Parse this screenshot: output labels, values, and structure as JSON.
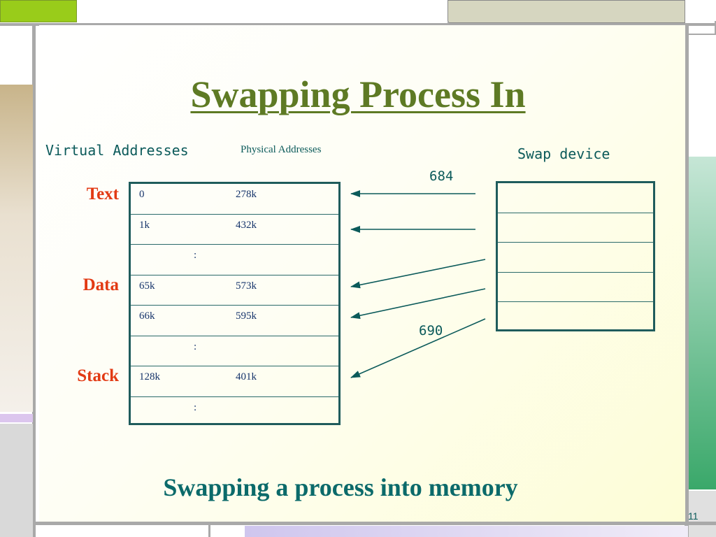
{
  "slide": {
    "title": "Swapping Process In",
    "caption": "Swapping a process into memory",
    "page_number": "11"
  },
  "headers": {
    "virtual": "Virtual Addresses",
    "physical": "Physical Addresses",
    "swap": "Swap device"
  },
  "labels": {
    "n684": "684",
    "n690": "690"
  },
  "segments": {
    "text": "Text",
    "data": "Data",
    "stack": "Stack"
  },
  "table": {
    "rows": [
      {
        "virtual": "0",
        "physical": "278k"
      },
      {
        "virtual": "1k",
        "physical": "432k"
      },
      {
        "ellipsis": ":"
      },
      {
        "virtual": "65k",
        "physical": "573k"
      },
      {
        "virtual": "66k",
        "physical": "595k"
      },
      {
        "ellipsis": ":"
      },
      {
        "virtual": "128k",
        "physical": "401k"
      },
      {
        "ellipsis": ":"
      }
    ]
  },
  "colors": {
    "title": "#5e7a24",
    "segment_label": "#e23a14",
    "teal": "#0b5a5a",
    "entry_text": "#16346b"
  }
}
